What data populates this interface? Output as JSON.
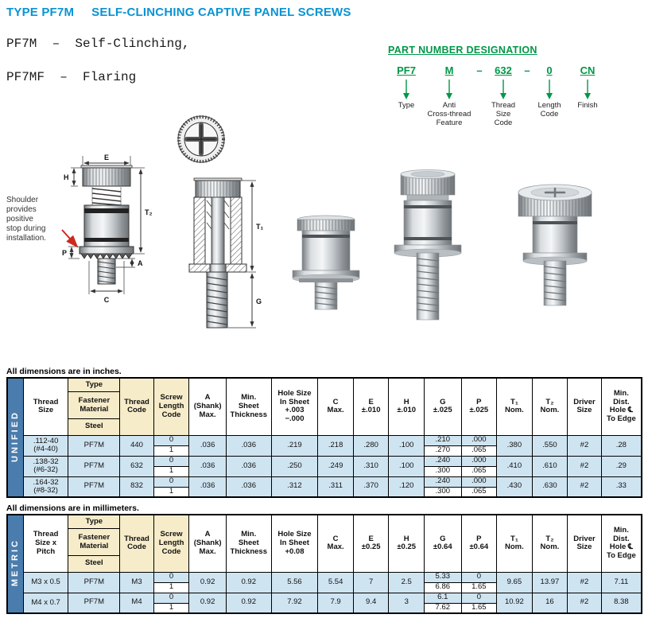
{
  "colors": {
    "title_blue": "#0a93d2",
    "green": "#009747",
    "side_blue": "#4a7dad",
    "row_blue": "#cfe4f1",
    "cream": "#f6ecca",
    "red_arrow": "#cc2a1e"
  },
  "header": {
    "type_label": "TYPE PF7M",
    "title": "SELF-CLINCHING CAPTIVE PANEL SCREWS",
    "line1": "PF7M  –  Self-Clinching,",
    "line2": "PF7MF  –  Flaring"
  },
  "part_number": {
    "heading": "PART NUMBER DESIGNATION",
    "dash": "–",
    "segments": [
      {
        "text": "PF7",
        "label": "Type"
      },
      {
        "text": "M",
        "label": "Anti\nCross-thread\nFeature"
      },
      {
        "text": "632",
        "label": "Thread\nSize\nCode"
      },
      {
        "text": "0",
        "label": "Length\nCode"
      },
      {
        "text": "CN",
        "label": "Finish"
      }
    ]
  },
  "drawing": {
    "note": "Shoulder\nprovides\npositive\nstop during\ninstallation.",
    "dims": {
      "e": "E",
      "h": "H",
      "t2": "T₂",
      "t1": "T₁",
      "p": "P",
      "c": "C",
      "a": "A",
      "g": "G"
    }
  },
  "unified": {
    "note": "All dimensions are in inches.",
    "side_label": "UNIFIED",
    "headers": {
      "thread_size": "Thread\nSize",
      "type_stack": [
        "Type",
        "Fastener\nMaterial",
        "Steel"
      ],
      "thread_code": "Thread\nCode",
      "length_code": "Screw\nLength\nCode",
      "a": "A\n(Shank)\nMax.",
      "sheet": "Min.\nSheet\nThickness",
      "hole": "Hole Size\nIn Sheet\n+.003\n−.000",
      "c": "C\nMax.",
      "e": "E\n±.010",
      "h": "H\n±.010",
      "g": "G\n±.025",
      "p": "P\n±.025",
      "t1": "T₁\nNom.",
      "t2": "T₂\nNom.",
      "driver": "Driver\nSize",
      "dist": "Min.\nDist.\nHole ℄\nTo Edge"
    },
    "rows": [
      {
        "size": ".112-40\n(#4-40)",
        "type": "PF7M",
        "code": "440",
        "len": [
          "0",
          "1"
        ],
        "a": ".036",
        "sheet": ".036",
        "hole": ".219",
        "c": ".218",
        "e": ".280",
        "h": ".100",
        "g": [
          ".210",
          ".270"
        ],
        "p": [
          ".000",
          ".065"
        ],
        "t1": ".380",
        "t2": ".550",
        "driver": "#2",
        "dist": ".28"
      },
      {
        "size": ".138-32\n(#6-32)",
        "type": "PF7M",
        "code": "632",
        "len": [
          "0",
          "1"
        ],
        "a": ".036",
        "sheet": ".036",
        "hole": ".250",
        "c": ".249",
        "e": ".310",
        "h": ".100",
        "g": [
          ".240",
          ".300"
        ],
        "p": [
          ".000",
          ".065"
        ],
        "t1": ".410",
        "t2": ".610",
        "driver": "#2",
        "dist": ".29"
      },
      {
        "size": ".164-32\n(#8-32)",
        "type": "PF7M",
        "code": "832",
        "len": [
          "0",
          "1"
        ],
        "a": ".036",
        "sheet": ".036",
        "hole": ".312",
        "c": ".311",
        "e": ".370",
        "h": ".120",
        "g": [
          ".240",
          ".300"
        ],
        "p": [
          ".000",
          ".065"
        ],
        "t1": ".430",
        "t2": ".630",
        "driver": "#2",
        "dist": ".33"
      }
    ]
  },
  "metric": {
    "note": "All dimensions are in millimeters.",
    "side_label": "METRIC",
    "headers": {
      "thread_size": "Thread\nSize x\nPitch",
      "type_stack": [
        "Type",
        "Fastener\nMaterial",
        "Steel"
      ],
      "thread_code": "Thread\nCode",
      "length_code": "Screw\nLength\nCode",
      "a": "A\n(Shank)\nMax.",
      "sheet": "Min.\nSheet\nThickness",
      "hole": "Hole Size\nIn Sheet\n+0.08",
      "c": "C\nMax.",
      "e": "E\n±0.25",
      "h": "H\n±0.25",
      "g": "G\n±0.64",
      "p": "P\n±0.64",
      "t1": "T₁\nNom.",
      "t2": "T₂\nNom.",
      "driver": "Driver\nSize",
      "dist": "Min.\nDist.\nHole ℄\nTo Edge"
    },
    "rows": [
      {
        "size": "M3 x 0.5",
        "type": "PF7M",
        "code": "M3",
        "len": [
          "0",
          "1"
        ],
        "a": "0.92",
        "sheet": "0.92",
        "hole": "5.56",
        "c": "5.54",
        "e": "7",
        "h": "2.5",
        "g": [
          "5.33",
          "6.86"
        ],
        "p": [
          "0",
          "1.65"
        ],
        "t1": "9.65",
        "t2": "13.97",
        "driver": "#2",
        "dist": "7.11"
      },
      {
        "size": "M4 x 0.7",
        "type": "PF7M",
        "code": "M4",
        "len": [
          "0",
          "1"
        ],
        "a": "0.92",
        "sheet": "0.92",
        "hole": "7.92",
        "c": "7.9",
        "e": "9.4",
        "h": "3",
        "g": [
          "6.1",
          "7.62"
        ],
        "p": [
          "0",
          "1.65"
        ],
        "t1": "10.92",
        "t2": "16",
        "driver": "#2",
        "dist": "8.38"
      }
    ]
  }
}
